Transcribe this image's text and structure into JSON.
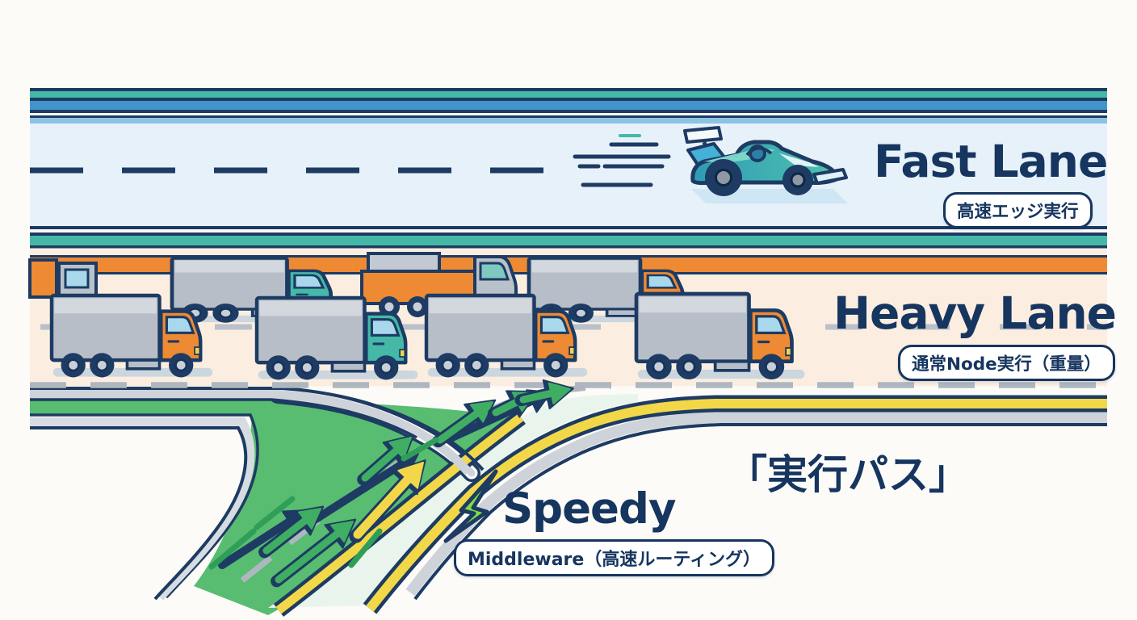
{
  "colors": {
    "ink": "#1d3b63",
    "teal": "#45b8a8",
    "blue": "#4494cb",
    "light_blue": "#8cc3e3",
    "fast_road": "#e7f1f9",
    "heavy_road": "#fbeee1",
    "orange": "#ee8a33",
    "yellow": "#f2d848",
    "gray_band": "#ced3da",
    "green": "#58bc71",
    "pale_green": "#e9f5ec",
    "bolt_green": "#7edb44",
    "dash_gray": "#aeb7c0",
    "arrow_green": "#3fae63"
  },
  "fast_lane": {
    "title": "Fast Lane",
    "badge": "高速エッジ実行"
  },
  "heavy_lane": {
    "title": "Heavy Lane",
    "badge": "通常Node実行（重量）"
  },
  "merge_lane": {
    "title": "Speedy",
    "badge": "Middleware（高速ルーティング）",
    "caption": "「実行パス」"
  },
  "icons": {
    "race_car": "race-car",
    "truck": "box-truck",
    "lightning": "lightning-bolt",
    "merge_arrows": "merge-arrows"
  }
}
